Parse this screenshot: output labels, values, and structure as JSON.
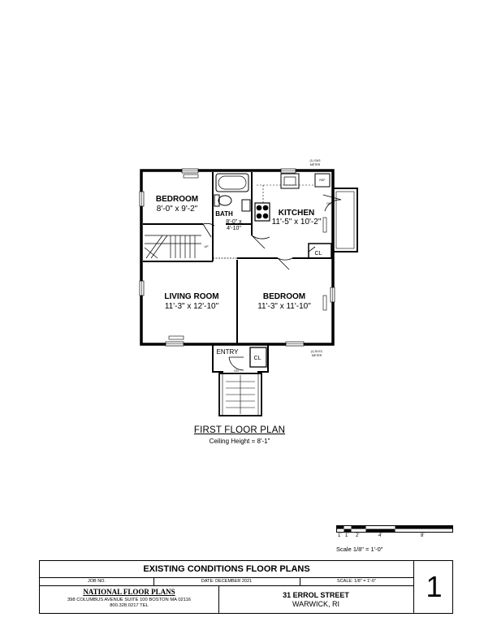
{
  "plan": {
    "rooms": {
      "bedroom_1": {
        "name": "BEDROOM",
        "dims": "8'-0\" x 9'-2\""
      },
      "bath": {
        "name": "BATH",
        "dims_1": "8'-0\" x",
        "dims_2": "4'-10\""
      },
      "kitchen": {
        "name": "KITCHEN",
        "dims": "11'-5\" x 10'-2\""
      },
      "living_room": {
        "name": "LIVING ROOM",
        "dims": "11'-3\" x 12'-10\""
      },
      "bedroom_2": {
        "name": "BEDROOM",
        "dims": "11'-3\" x 11'-10\""
      },
      "entry": {
        "name": "ENTRY"
      }
    },
    "closets": {
      "kitchen_closet": "CL",
      "entry_closet": "CL"
    },
    "notes": {
      "gas_meter_1": "(1) GAS",
      "gas_meter_2": "METER",
      "elec_meter_1": "(1) ELEC",
      "elec_meter_2": "METER",
      "up": "UP",
      "ref": "REF",
      "window_dn": "DN",
      "dn_entry": "DN"
    },
    "title": "FIRST FLOOR PLAN",
    "ceiling_height": "Ceiling Height = 8'-1\""
  },
  "scale_bar": {
    "ticks": [
      "1'",
      "1'",
      "2'",
      "4'",
      "8'"
    ],
    "note": "Scale  1/8\" = 1'-0\""
  },
  "title_block": {
    "heading": "EXISTING CONDITIONS FLOOR PLANS",
    "job_no_label": "JOB NO.",
    "date": "DATE: DECEMBER 2021",
    "scale": "SCALE: 1/8\" = 1'-0\"",
    "company": "NATIONAL FLOOR PLANS",
    "address": "398 COLUMBUS AVENUE SUITE 100 BOSTON MA 02116",
    "phone": "800.328.0217 TEL",
    "street": "31 ERROL STREET",
    "city": "WARWICK, RI",
    "sheet_number": "1"
  }
}
